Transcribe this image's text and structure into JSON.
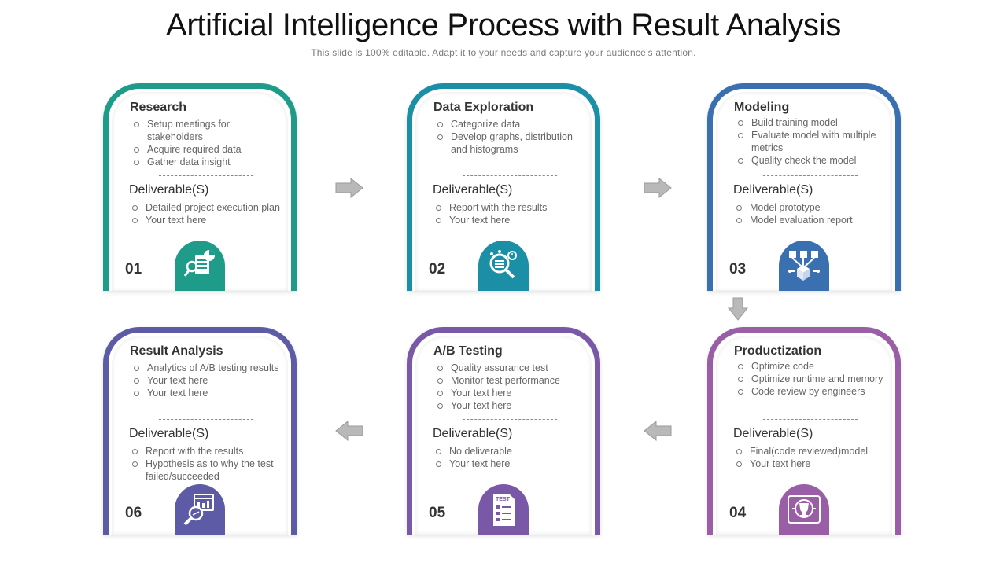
{
  "header": {
    "title": "Artificial Intelligence Process with Result Analysis",
    "subtitle": "This slide is 100% editable. Adapt it to your needs and capture your audience’s attention."
  },
  "deliverable_heading": "Deliverable(S)",
  "steps": [
    {
      "number": "01",
      "title": "Research",
      "color": "#1f9b8a",
      "icon": "research-document-magnifier-icon",
      "tasks": [
        "Setup meetings for stakeholders",
        "Acquire required data",
        "Gather data insight"
      ],
      "deliverables": [
        "Detailed project execution plan",
        "Your text here"
      ]
    },
    {
      "number": "02",
      "title": "Data Exploration",
      "color": "#1a8fa6",
      "icon": "data-exploration-magnifier-icon",
      "tasks": [
        "Categorize data",
        "Develop graphs, distribution and histograms"
      ],
      "deliverables": [
        "Report with the results",
        "Your text here"
      ]
    },
    {
      "number": "03",
      "title": "Modeling",
      "color": "#3a6fb0",
      "icon": "model-network-icon",
      "tasks": [
        "Build training model",
        "Evaluate model with multiple metrics",
        "Quality check the model"
      ],
      "deliverables": [
        "Model prototype",
        "Model evaluation report"
      ]
    },
    {
      "number": "04",
      "title": "Productization",
      "color": "#9a5ea6",
      "icon": "trophy-award-icon",
      "tasks": [
        "Optimize code",
        "Optimize runtime and memory",
        "Code review by engineers"
      ],
      "deliverables": [
        "Final(code reviewed)model",
        "Your text here"
      ]
    },
    {
      "number": "05",
      "title": "A/B Testing",
      "color": "#7a58a8",
      "icon": "test-checklist-icon",
      "tasks": [
        "Quality assurance test",
        "Monitor test performance",
        "Your text here",
        "Your text here"
      ],
      "deliverables": [
        "No deliverable",
        "Your text here"
      ]
    },
    {
      "number": "06",
      "title": "Result Analysis",
      "color": "#5e5ba6",
      "icon": "result-analysis-magnifier-icon",
      "tasks": [
        "Analytics of A/B testing results",
        "Your text here",
        "Your text here"
      ],
      "deliverables": [
        "Report with the results",
        "Hypothesis as to why the test failed/succeeded"
      ]
    }
  ]
}
